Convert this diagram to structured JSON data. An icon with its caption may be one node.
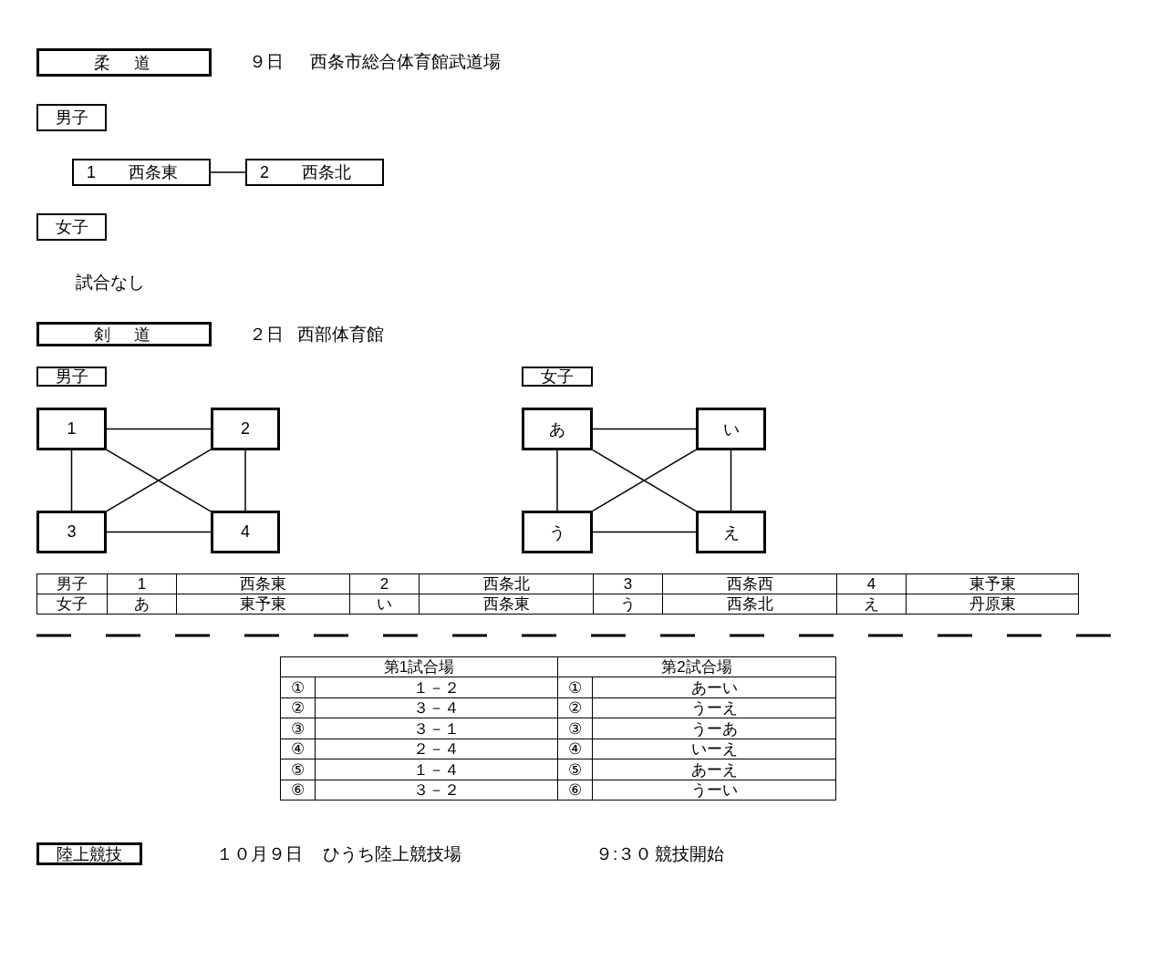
{
  "diagram": {
    "nodes": [
      {
        "text": [
          "柔　道"
        ]
      },
      {
        "text": [
          "男子"
        ]
      },
      {
        "text": [
          "1",
          "西条東"
        ]
      },
      {
        "text": [
          "2",
          "西条北"
        ]
      },
      {
        "text": [
          "女子"
        ]
      },
      {
        "text": [
          "剣　道"
        ]
      },
      {
        "text": [
          "男子"
        ]
      },
      {
        "text": [
          "女子"
        ]
      },
      {
        "text": [
          "1"
        ]
      },
      {
        "text": [
          "2"
        ]
      },
      {
        "text": [
          "3"
        ]
      },
      {
        "text": [
          "4"
        ]
      },
      {
        "text": [
          "あ"
        ]
      },
      {
        "text": [
          "い"
        ]
      },
      {
        "text": [
          "う"
        ]
      },
      {
        "text": [
          "え"
        ]
      },
      {
        "text": [
          "陸上競技"
        ]
      }
    ],
    "edges": [
      {
        "from": 2,
        "to": 3,
        "arrow": "none"
      },
      {
        "from": 8,
        "to": 9,
        "arrow": "none"
      },
      {
        "from": 8,
        "to": 10,
        "arrow": "none"
      },
      {
        "from": 8,
        "to": 11,
        "arrow": "none"
      },
      {
        "from": 9,
        "to": 10,
        "arrow": "none"
      },
      {
        "from": 9,
        "to": 11,
        "arrow": "none"
      },
      {
        "from": 10,
        "to": 11,
        "arrow": "none"
      },
      {
        "from": 12,
        "to": 13,
        "arrow": "none"
      },
      {
        "from": 12,
        "to": 14,
        "arrow": "none"
      },
      {
        "from": 12,
        "to": 15,
        "arrow": "none"
      },
      {
        "from": 13,
        "to": 14,
        "arrow": "none"
      },
      {
        "from": 13,
        "to": 15,
        "arrow": "none"
      },
      {
        "from": 14,
        "to": 15,
        "arrow": "none"
      }
    ],
    "labels": [
      "９日",
      "西条市総合体育館武道場",
      "試合なし",
      "２日",
      "西部体育館",
      "男子",
      "1",
      "西条東",
      "2",
      "西条北",
      "3",
      "西条西",
      "4",
      "東予東",
      "女子",
      "あ",
      "東予東",
      "い",
      "西条東",
      "う",
      "西条北",
      "え",
      "丹原東",
      "第1試合場",
      "第2試合場",
      "①",
      "１－２",
      "①",
      "あーい",
      "②",
      "３－４",
      "②",
      "うーえ",
      "③",
      "３－１",
      "③",
      "うーあ",
      "④",
      "２－４",
      "④",
      "いーえ",
      "⑤",
      "１－４",
      "⑤",
      "あーえ",
      "⑥",
      "３－２",
      "⑥",
      "うーい",
      "１０月９日",
      "ひうち陸上競技場",
      "９:３０",
      "競技開始"
    ]
  }
}
